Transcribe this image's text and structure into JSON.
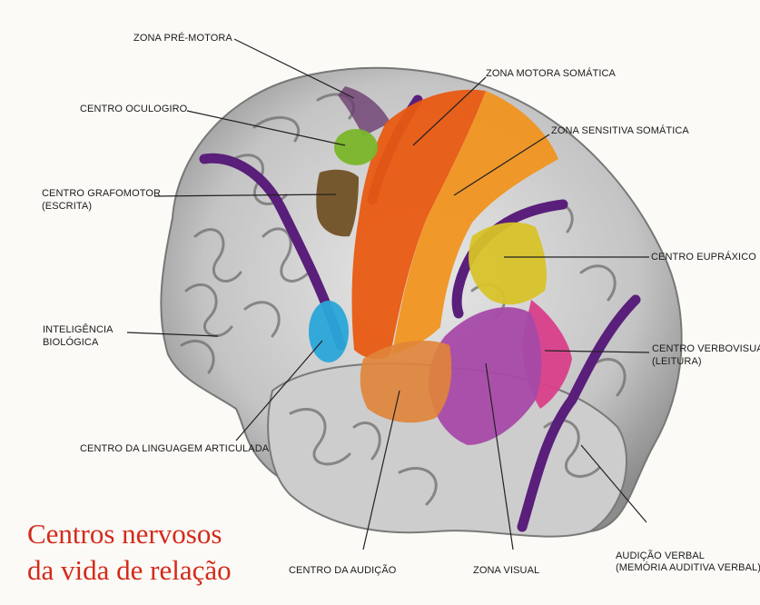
{
  "title": {
    "line1": "Centros nervosos",
    "line2": "da vida de relação",
    "color": "#d42a1a"
  },
  "labels": {
    "zona_pre_motora": "ZONA PRÉ-MOTORA",
    "zona_motora": "ZONA MOTORA SOMÁTICA",
    "centro_oculogiro": "CENTRO OCULOGIRO",
    "zona_sensitiva": "ZONA SENSITIVA SOMÁTICA",
    "centro_grafomotor_1": "CENTRO GRAFOMOTOR",
    "centro_grafomotor_2": "(ESCRITA)",
    "centro_eupraxico": "CENTRO EUPRÁXICO",
    "inteligencia_1": "INTELIGÊNCIA",
    "inteligencia_2": "BIOLÓGICA",
    "verbovisual_1": "CENTRO VERBOVISUA",
    "verbovisual_2": "(LEITURA)",
    "linguagem": "CENTRO DA LINGUAGEM ARTICULADA",
    "audicao_verbal_1": "AUDIÇÃO VERBAL",
    "audicao_verbal_2": "(MEMÓRIA AUDITIVA VERBAL)",
    "centro_audicao": "CENTRO DA AUDIÇÃO",
    "zona_visual": "ZONA VISUAL"
  },
  "colors": {
    "brain": "#c9c9c9",
    "sulcus": "#5f5f5f",
    "fissure": "#5a1f7a",
    "zona_pre_motora": "#6b3d6f",
    "zona_motora": "#e85a12",
    "zona_sensitiva": "#f09420",
    "centro_oculogiro": "#7ab52a",
    "centro_grafomotor": "#6b4a1c",
    "centro_eupraxico": "#d8c22a",
    "inteligencia": "#2aa6d9",
    "centro_audicao": "#e0843a",
    "zona_visual": "#a64aa8",
    "centro_verbovisual": "#d83f8a"
  }
}
